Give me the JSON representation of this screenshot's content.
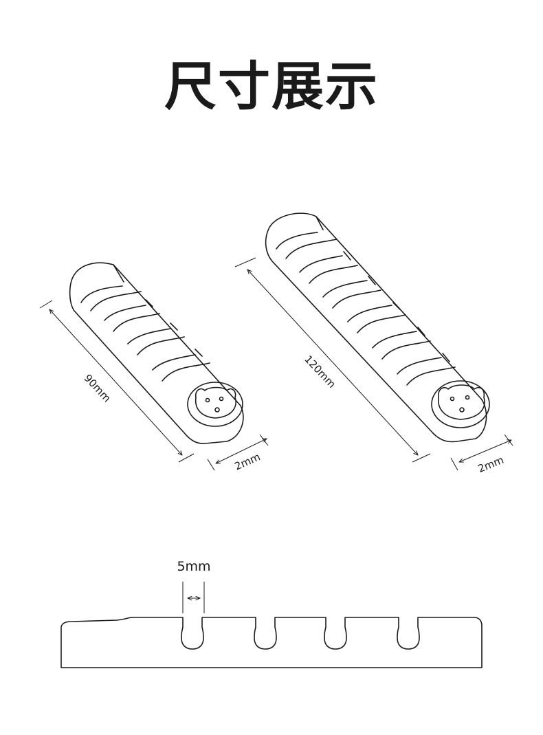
{
  "title": "尺寸展示",
  "short_organizer": {
    "length_label": "90mm",
    "thickness_label": "2mm"
  },
  "long_organizer": {
    "length_label": "120mm",
    "thickness_label": "2mm"
  },
  "side_view": {
    "slot_width_label": "5mm"
  }
}
